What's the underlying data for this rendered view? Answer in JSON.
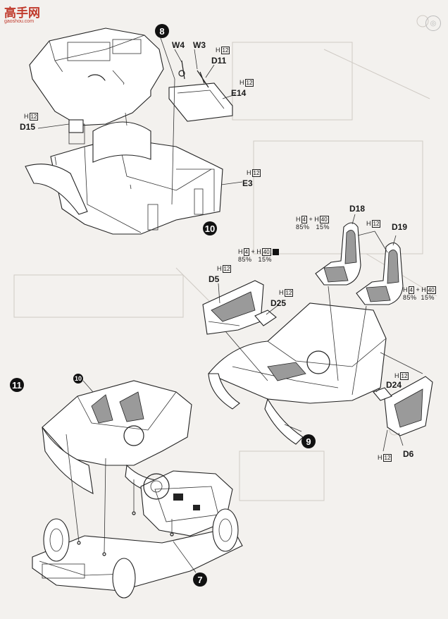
{
  "watermark": {
    "text": "高手网",
    "url": "gaoshou.com"
  },
  "steps": {
    "s8": "8",
    "s9": "9",
    "s10": "10",
    "s11": "11",
    "s7": "7",
    "s10_small": "10"
  },
  "parts": {
    "w4": "W4",
    "w3": "W3",
    "d11": "D11",
    "e14": "E14",
    "d15": "D15",
    "e3": "E3",
    "d18": "D18",
    "d19": "D19",
    "d5": "D5",
    "d25": "D25",
    "d24": "D24",
    "d6": "D6"
  },
  "color_code": "H",
  "color_num": {
    "h12": "12",
    "h4": "4",
    "h40": "40"
  },
  "mix": {
    "p1": "85%",
    "p2": "15%",
    "plus": "+"
  },
  "colors": {
    "paper": "#f3f1ee",
    "ink": "#1a1a1a",
    "seat_gray": "#9a9a9a",
    "watermark": "#c0392b"
  }
}
